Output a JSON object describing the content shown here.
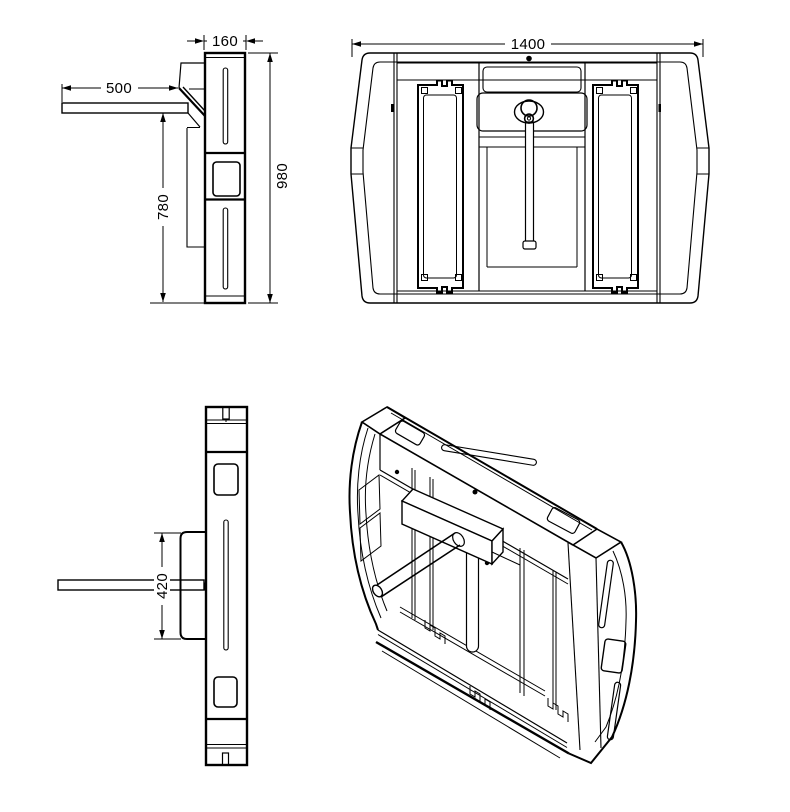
{
  "canvas": {
    "background": "#ffffff",
    "line_color": "#000000"
  },
  "dimensions": {
    "cabinet_depth": "160",
    "arm_length": "500",
    "arm_mount_height": "780",
    "cabinet_height": "980",
    "cabinet_width": "1400",
    "mechanism_housing_height": "420"
  }
}
